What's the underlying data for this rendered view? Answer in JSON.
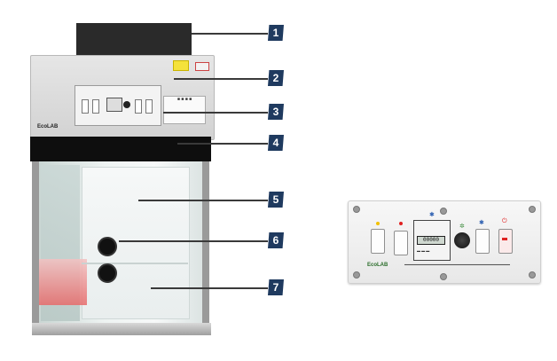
{
  "cabinet": {
    "brand_tag": "EcoLAB",
    "sticker_text": "■ ■ ■ ■"
  },
  "callouts": [
    {
      "number": "1"
    },
    {
      "number": "2"
    },
    {
      "number": "3"
    },
    {
      "number": "4"
    },
    {
      "number": "5"
    },
    {
      "number": "6"
    },
    {
      "number": "7"
    }
  ],
  "control_panel": {
    "meter_reading": "00000",
    "brand": "EcoLAB",
    "icons": {
      "fan": "fan-icon",
      "light": "light-icon",
      "uv": "uv-icon",
      "power": "power-icon",
      "blower": "blower-icon"
    }
  }
}
